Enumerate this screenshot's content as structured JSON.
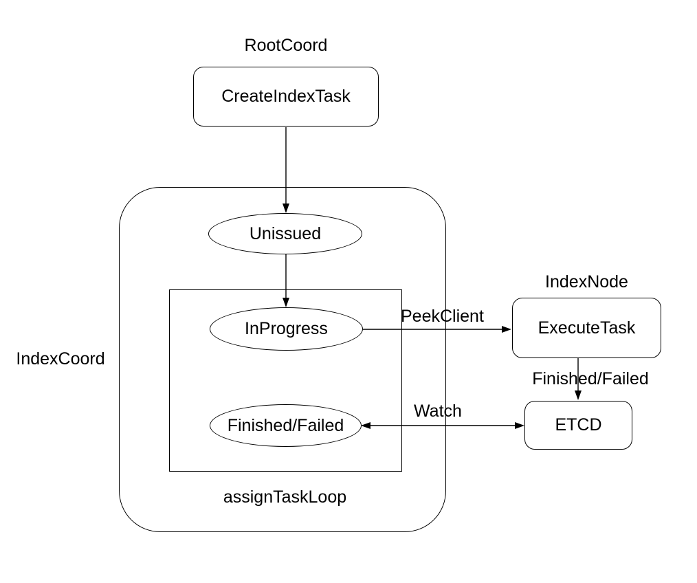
{
  "diagram": {
    "labels": {
      "root_coord": "RootCoord",
      "index_node": "IndexNode",
      "index_coord": "IndexCoord",
      "assign_task_loop": "assignTaskLoop"
    },
    "nodes": {
      "create_index_task": "CreateIndexTask",
      "unissued": "Unissued",
      "in_progress": "InProgress",
      "finished_failed": "Finished/Failed",
      "execute_task": "ExecuteTask",
      "etcd": "ETCD"
    },
    "edges": {
      "peek_client": "PeekClient",
      "finished_failed": "Finished/Failed",
      "watch": "Watch"
    },
    "colors": {
      "stroke": "#000000",
      "text": "#000000",
      "background": "#ffffff"
    }
  }
}
